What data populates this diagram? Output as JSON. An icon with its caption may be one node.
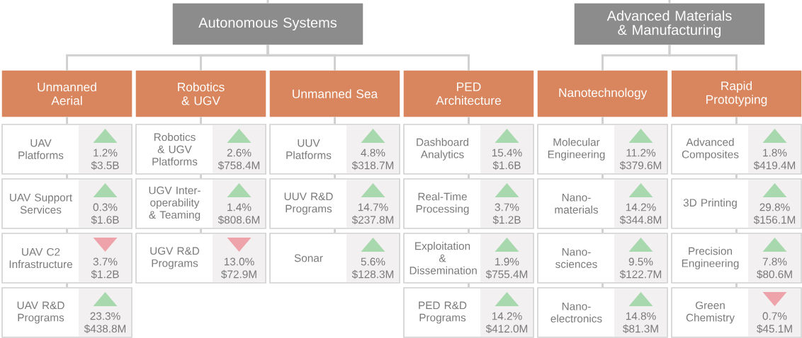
{
  "diagram": {
    "nodes": [
      {
        "text": [
          "Autonomous Systems"
        ]
      },
      {
        "text": [
          "Advanced Materials & Manufacturing"
        ]
      },
      {
        "text": [
          "Unmanned Aerial"
        ]
      },
      {
        "text": [
          "Robotics & UGV"
        ]
      },
      {
        "text": [
          "Unmanned Sea"
        ]
      },
      {
        "text": [
          "PED Architecture"
        ]
      },
      {
        "text": [
          "Nanotechnology"
        ]
      },
      {
        "text": [
          "Rapid Prototyping"
        ]
      },
      {
        "text": [
          "UAV Platforms",
          "1.2%",
          "$3.5B"
        ]
      },
      {
        "text": [
          "UAV Support Services",
          "0.3%",
          "$1.6B"
        ]
      },
      {
        "text": [
          "UAV C2 Infrastructure",
          "3.7%",
          "$1.2B"
        ]
      },
      {
        "text": [
          "UAV R&D Programs",
          "23.3%",
          "$438.8M"
        ]
      },
      {
        "text": [
          "Robotics & UGV Platforms",
          "2.6%",
          "$758.4M"
        ]
      },
      {
        "text": [
          "UGV Inter-operability & Teaming",
          "1.4%",
          "$808.6M"
        ]
      },
      {
        "text": [
          "UGV R&D Programs",
          "13.0%",
          "$72.9M"
        ]
      },
      {
        "text": [
          "UUV Platforms",
          "4.8%",
          "$318.7M"
        ]
      },
      {
        "text": [
          "UUV R&D Programs",
          "14.7%",
          "$237.8M"
        ]
      },
      {
        "text": [
          "Sonar",
          "5.6%",
          "$128.3M"
        ]
      },
      {
        "text": [
          "Dashboard Analytics",
          "15.4%",
          "$1.6B"
        ]
      },
      {
        "text": [
          "Real-Time Processing",
          "3.7%",
          "$1.2B"
        ]
      },
      {
        "text": [
          "Exploitation & Dissemination",
          "1.9%",
          "$755.4M"
        ]
      },
      {
        "text": [
          "PED R&D Programs",
          "14.2%",
          "$412.0M"
        ]
      },
      {
        "text": [
          "Molecular Engineering",
          "11.2%",
          "$379.6M"
        ]
      },
      {
        "text": [
          "Nano-materials",
          "14.2%",
          "$344.8M"
        ]
      },
      {
        "text": [
          "Nano-sciences",
          "9.5%",
          "$122.7M"
        ]
      },
      {
        "text": [
          "Nano-electronics",
          "14.8%",
          "$81.3M"
        ]
      },
      {
        "text": [
          "Advanced Composites",
          "1.8%",
          "$419.4M"
        ]
      },
      {
        "text": [
          "3D Printing",
          "29.8%",
          "$156.1M"
        ]
      },
      {
        "text": [
          "Precision Engineering",
          "7.8%",
          "$80.6M"
        ]
      },
      {
        "text": [
          "Green Chemistry",
          "0.7%",
          "$45.1M"
        ]
      }
    ],
    "edges": [
      {
        "from": null,
        "to": 0,
        "arrow": "none"
      },
      {
        "from": null,
        "to": 1,
        "arrow": "none"
      },
      {
        "from": 0,
        "to": 2,
        "arrow": "none"
      },
      {
        "from": 0,
        "to": 3,
        "arrow": "none"
      },
      {
        "from": 0,
        "to": 4,
        "arrow": "none"
      },
      {
        "from": 0,
        "to": 5,
        "arrow": "none"
      },
      {
        "from": 1,
        "to": 6,
        "arrow": "none"
      },
      {
        "from": 1,
        "to": 7,
        "arrow": "none"
      },
      {
        "from": 2,
        "to": 8,
        "arrow": "none"
      },
      {
        "from": 8,
        "to": 9,
        "arrow": "none"
      },
      {
        "from": 9,
        "to": 10,
        "arrow": "none"
      },
      {
        "from": 10,
        "to": 11,
        "arrow": "none"
      },
      {
        "from": 3,
        "to": 12,
        "arrow": "none"
      },
      {
        "from": 12,
        "to": 13,
        "arrow": "none"
      },
      {
        "from": 13,
        "to": 14,
        "arrow": "none"
      },
      {
        "from": 4,
        "to": 15,
        "arrow": "none"
      },
      {
        "from": 15,
        "to": 16,
        "arrow": "none"
      },
      {
        "from": 16,
        "to": 17,
        "arrow": "none"
      },
      {
        "from": 5,
        "to": 18,
        "arrow": "none"
      },
      {
        "from": 18,
        "to": 19,
        "arrow": "none"
      },
      {
        "from": 19,
        "to": 20,
        "arrow": "none"
      },
      {
        "from": 20,
        "to": 21,
        "arrow": "none"
      },
      {
        "from": 6,
        "to": 22,
        "arrow": "none"
      },
      {
        "from": 22,
        "to": 23,
        "arrow": "none"
      },
      {
        "from": 23,
        "to": 24,
        "arrow": "none"
      },
      {
        "from": 24,
        "to": 25,
        "arrow": "none"
      },
      {
        "from": 7,
        "to": 26,
        "arrow": "none"
      },
      {
        "from": 26,
        "to": 27,
        "arrow": "none"
      },
      {
        "from": 27,
        "to": 28,
        "arrow": "none"
      },
      {
        "from": 28,
        "to": 29,
        "arrow": "none"
      }
    ]
  }
}
